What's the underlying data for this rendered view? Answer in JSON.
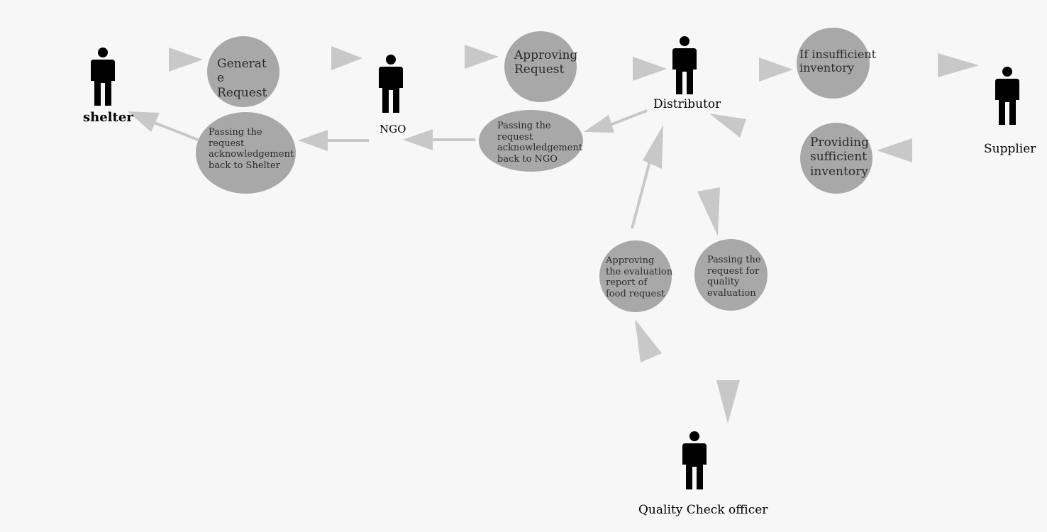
{
  "actors": {
    "shelter": {
      "label": "shelter",
      "icon": "person-icon"
    },
    "ngo": {
      "label": "NGO",
      "icon": "person-icon"
    },
    "distributor": {
      "label": "Distributor",
      "icon": "person-icon"
    },
    "supplier": {
      "label": "Supplier",
      "icon": "person-icon"
    },
    "quality_officer": {
      "label": "Quality Check officer",
      "icon": "person-icon"
    }
  },
  "processes": {
    "generate_request": "Generat\ne\nRequest",
    "approving_request": "Approving\nRequest",
    "insufficient_inventory": "If insufficient\ninventory",
    "providing_inventory": "Providing\nsufficient\ninventory",
    "ack_to_shelter": "Passing the\nrequest\nacknowledgement\nback to Shelter",
    "ack_to_ngo": "Passing the\nrequest\nacknowledgement\nback to NGO",
    "approving_evaluation": "Approving\nthe evaluation\nreport of\nfood request",
    "quality_evaluation": "Passing the\nrequest for\nquality\nevaluation"
  },
  "colors": {
    "background": "#f7f7f7",
    "node_fill": "#a8a8a8",
    "arrow": "#c8c8c8",
    "person": "#000000"
  }
}
